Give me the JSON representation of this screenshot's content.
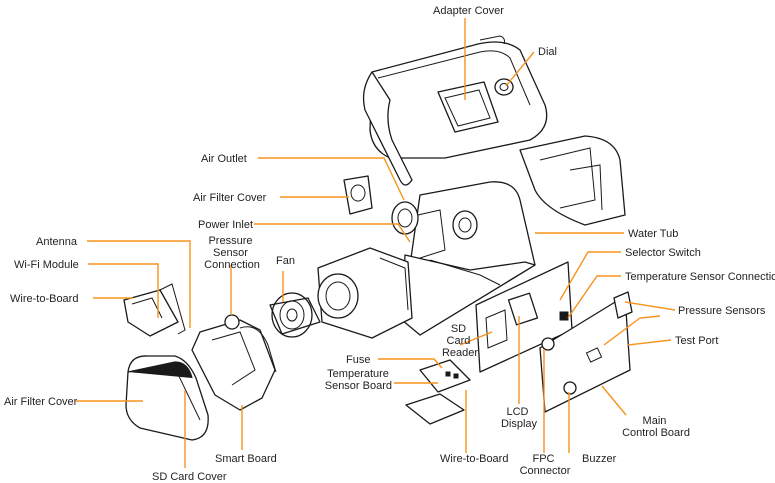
{
  "accent_color": "#f7941d",
  "labels": {
    "adapter_cover": "Adapter Cover",
    "dial": "Dial",
    "air_outlet": "Air Outlet",
    "air_filter_cover_top": "Air Filter Cover",
    "power_inlet": "Power Inlet",
    "water_tub": "Water Tub",
    "selector_switch": "Selector Switch",
    "temperature_sensor_connection": "Temperature Sensor Connection",
    "pressure_sensors": "Pressure Sensors",
    "test_port": "Test Port",
    "antenna": "Antenna",
    "wifi_module": "Wi-Fi Module",
    "wire_to_board_left": "Wire-to-Board",
    "pressure_sensor_connection": [
      "Pressure",
      "Sensor",
      "Connection"
    ],
    "fan": "Fan",
    "sd_card_reader": [
      "SD",
      "Card",
      "Reader"
    ],
    "fuse": "Fuse",
    "temperature_sensor_board": [
      "Temperature",
      "Sensor Board"
    ],
    "air_filter_cover_left": "Air Filter Cover",
    "lcd_display": [
      "LCD",
      "Display"
    ],
    "main_control_board": [
      "Main",
      "Control Board"
    ],
    "smart_board": "Smart Board",
    "wire_to_board_bottom": "Wire-to-Board",
    "fpc_connector": [
      "FPC",
      "Connector"
    ],
    "buzzer": "Buzzer",
    "sd_card_cover": "SD Card Cover"
  }
}
